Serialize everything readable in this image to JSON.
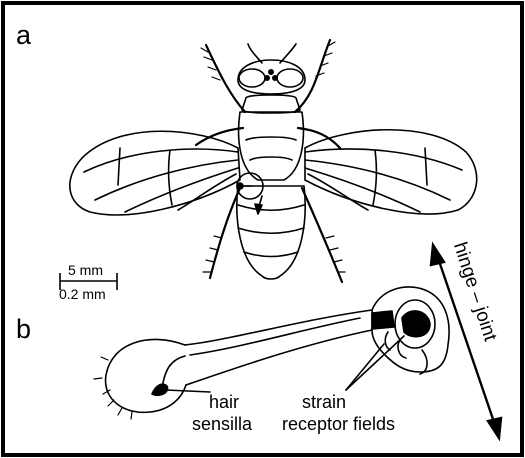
{
  "figure": {
    "panel_a_label": "a",
    "panel_b_label": "b",
    "scale_bar": {
      "top_label": "5 mm",
      "bottom_label": "0.2 mm"
    },
    "annotations": {
      "hair_line1": "hair",
      "hair_line2": "sensilla",
      "strain_line1": "strain",
      "strain_line2": "receptor fields",
      "hinge_joint": "hinge – joint"
    }
  }
}
